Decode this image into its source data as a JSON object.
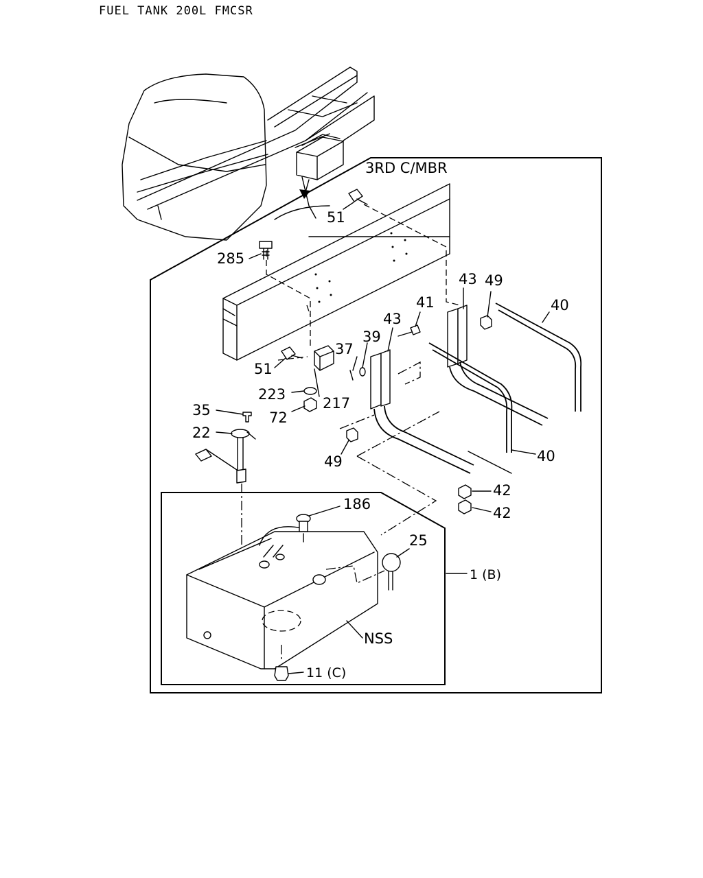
{
  "title": "FUEL TANK 200L FMCSR",
  "labels": {
    "c_mbr": "3RD C/MBR",
    "p51a": "51",
    "p285": "285",
    "p43a": "43",
    "p49a": "49",
    "p40a": "40",
    "p41": "41",
    "p43b": "43",
    "p37": "37",
    "p39": "39",
    "p51b": "51",
    "p223": "223",
    "p217": "217",
    "p72": "72",
    "p35": "35",
    "p22": "22",
    "p49b": "49",
    "p40b": "40",
    "p42a": "42",
    "p42b": "42",
    "p186": "186",
    "p25": "25",
    "p1b": "1 (B)",
    "nss": "NSS",
    "p11c": "11 (C)"
  }
}
